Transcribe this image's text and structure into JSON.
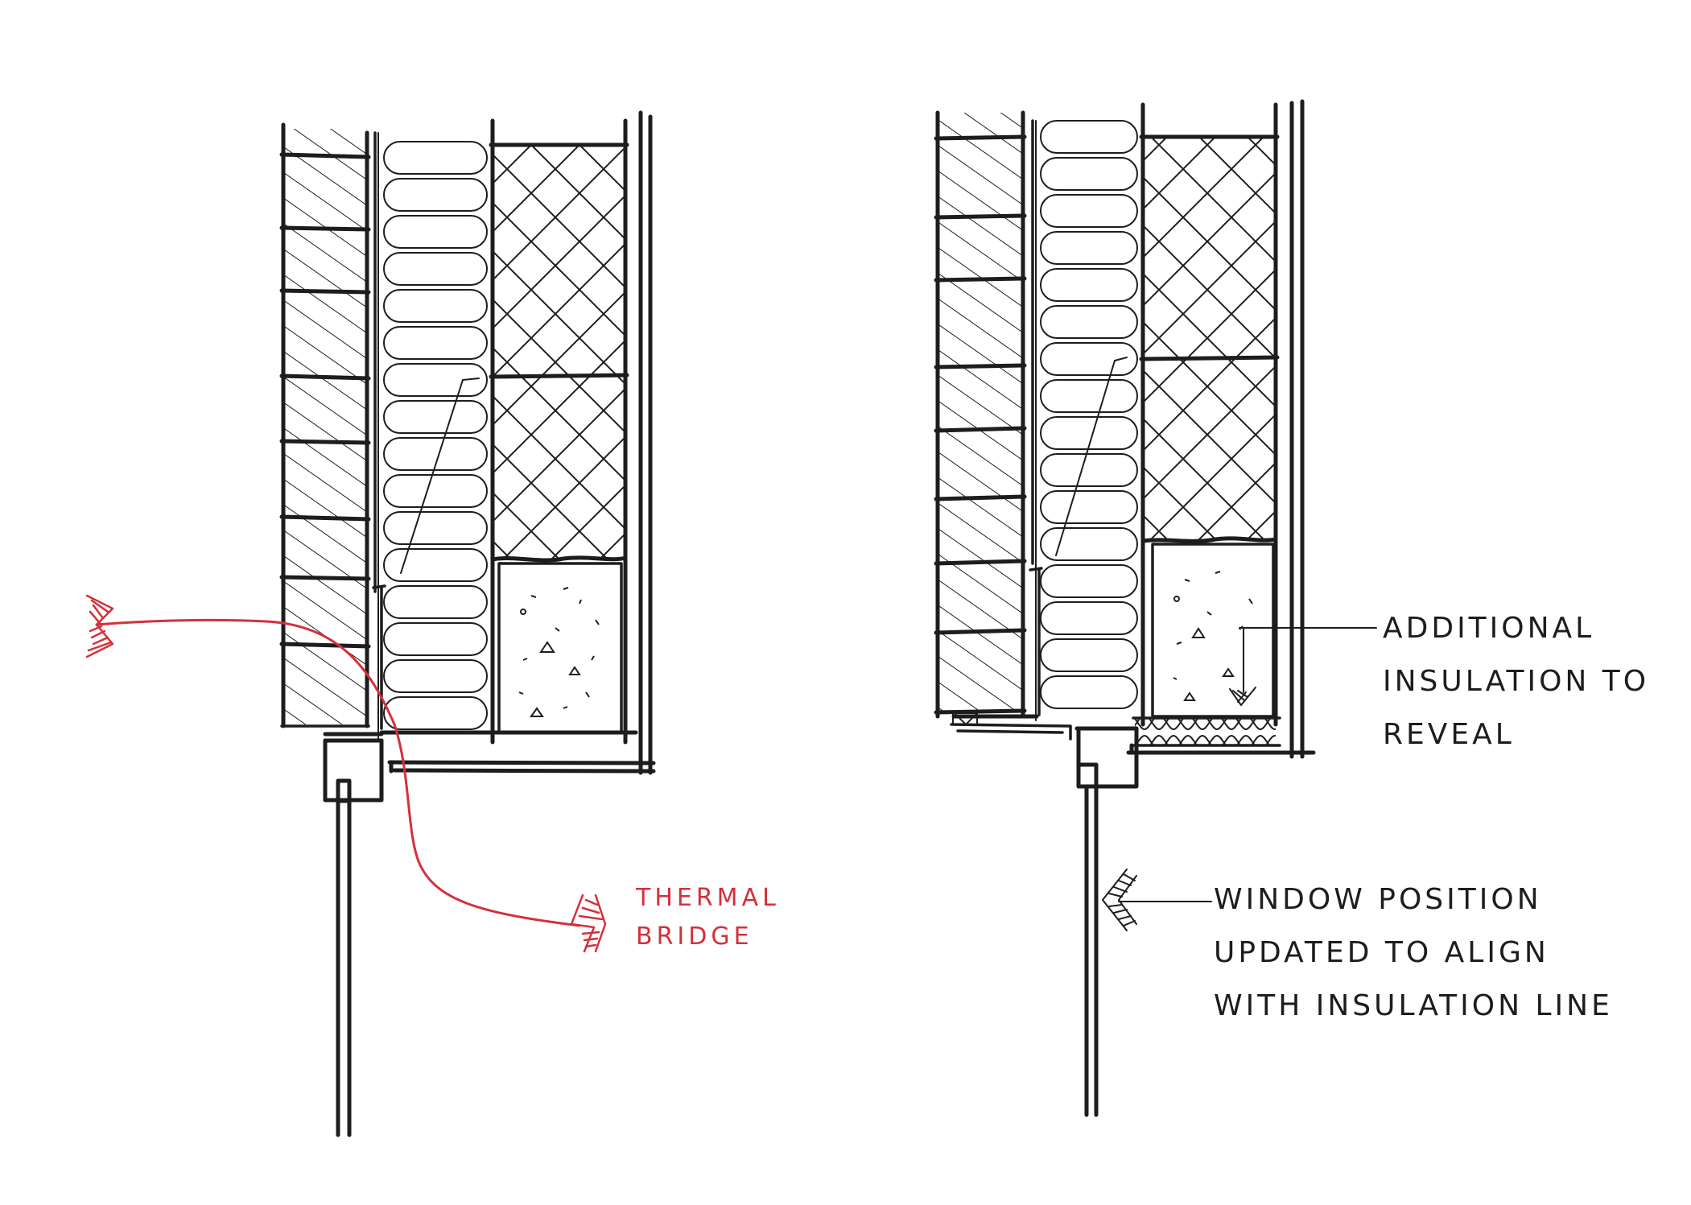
{
  "left_detail": {
    "label": {
      "line1": "THERMAL",
      "line2": "BRIDGE"
    }
  },
  "right_detail": {
    "annotation_reveal": {
      "line1": "ADDITIONAL",
      "line2": "INSULATION TO",
      "line3": "REVEAL"
    },
    "annotation_window": {
      "line1": "WINDOW POSITION",
      "line2": "UPDATED TO ALIGN",
      "line3": "WITH INSULATION LINE"
    }
  },
  "colors": {
    "ink": "#1d1d1d",
    "thermal_bridge": "#d3313b"
  }
}
